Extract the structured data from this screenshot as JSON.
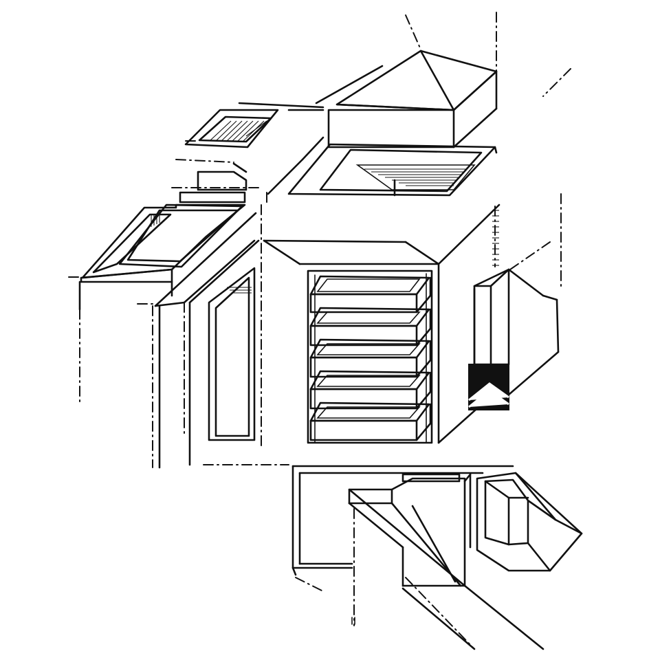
{
  "drawing": {
    "style": "black line art, exploded isometric assembly",
    "background_color": "#ffffff",
    "line_color": "#111111",
    "parts": [
      "pyramid-cap",
      "vent-frame",
      "hatched-grille",
      "tray-unit",
      "drawers",
      "side-panel-assembly",
      "chute-module",
      "hopper-bin"
    ],
    "drawer_count": 5
  }
}
